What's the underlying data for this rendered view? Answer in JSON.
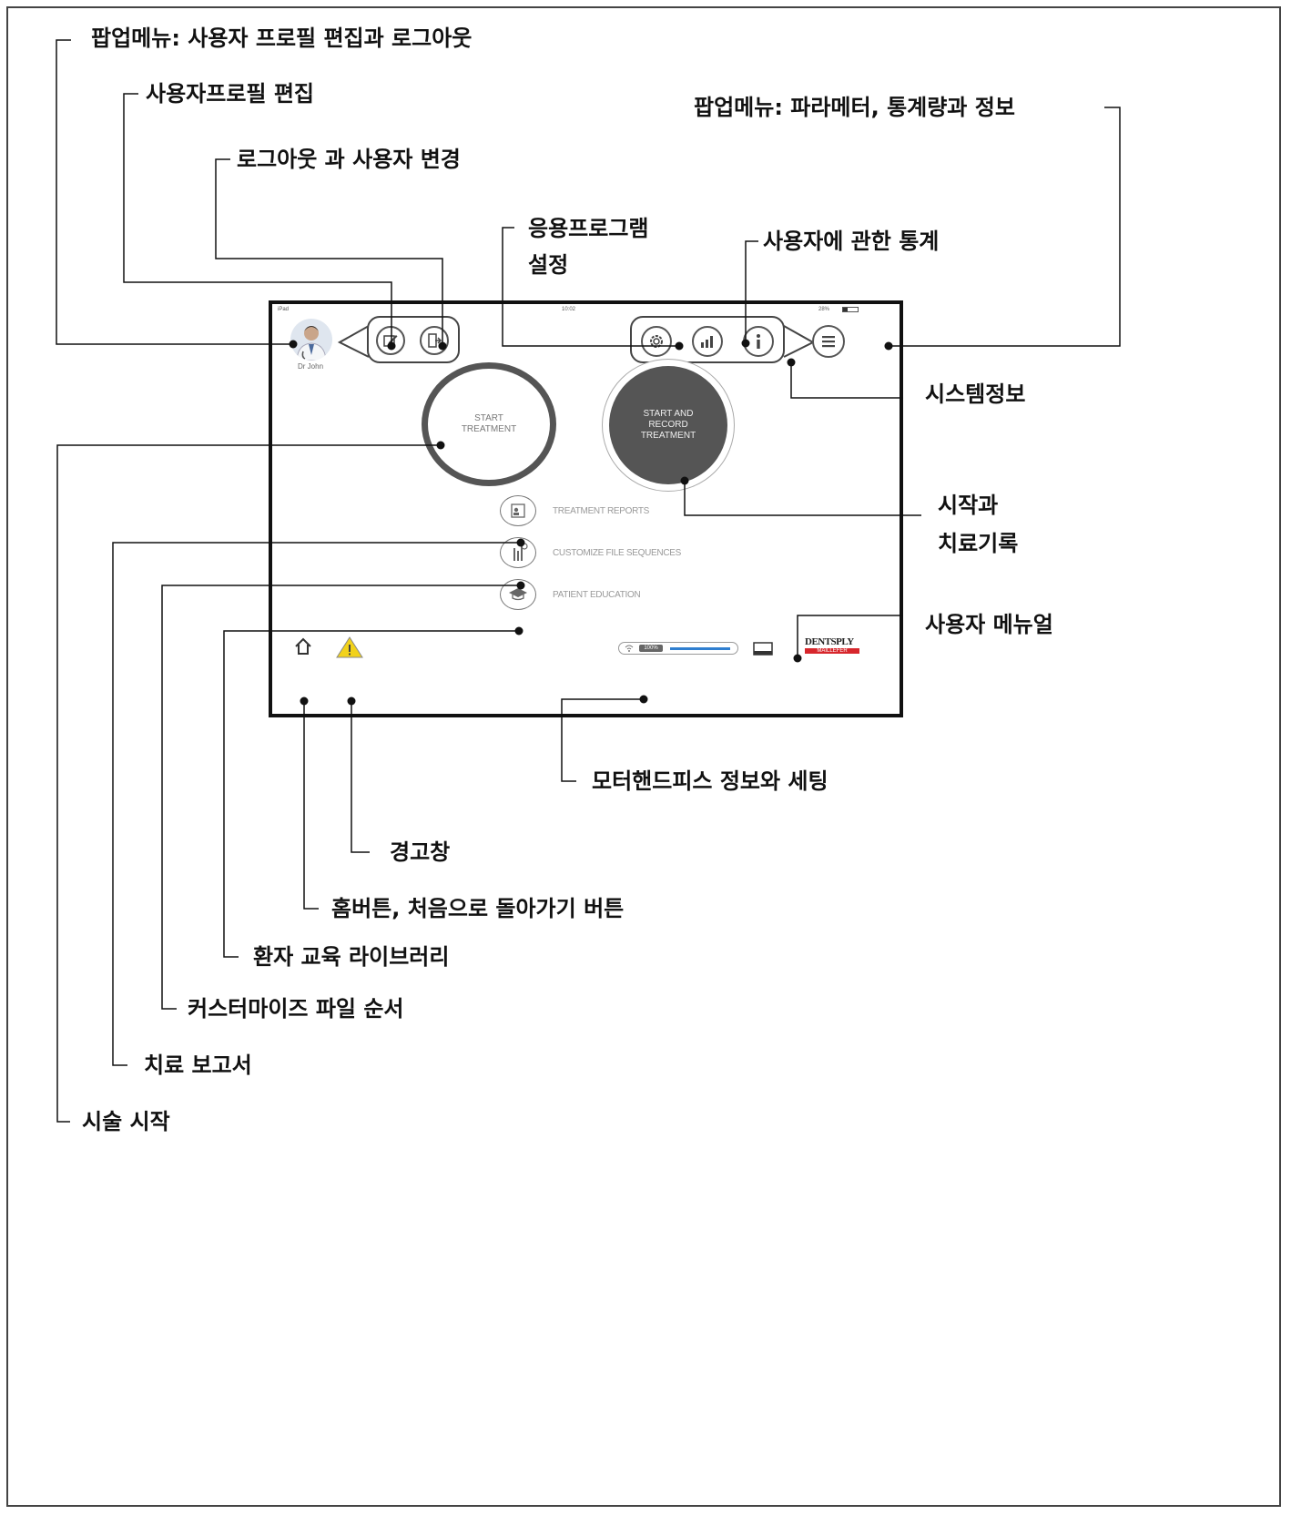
{
  "callouts": {
    "popup_profile_logout": "팝업메뉴: 사용자 프로필 편집과 로그아웃",
    "edit_profile": "사용자프로필 편집",
    "logout_change_user": "로그아웃 과 사용자 변경",
    "popup_params": "팝업메뉴: 파라메터, 통계량과 정보",
    "app_settings_1": "응용프로그램",
    "app_settings_2": "설정",
    "user_stats": "사용자에 관한 통계",
    "system_info": "시스템정보",
    "start_record_1": "시작과",
    "start_record_2": "치료기록",
    "user_manual": "사용자 메뉴얼",
    "motor_info": "모터핸드피스 정보와 세팅",
    "warning": "경고창",
    "home_button": "홈버튼, 처음으로 돌아가기 버튼",
    "patient_library": "환자 교육 라이브러리",
    "custom_sequence": "커스터마이즈 파일 순서",
    "treatment_report": "치료 보고서",
    "start_procedure": "시술 시작"
  },
  "ipad": {
    "status_left": "iPad",
    "status_time": "10:02",
    "status_battery": "28%",
    "user_name": "Dr John",
    "start_treatment": "START\nTREATMENT",
    "start_record": "START AND\nRECORD\nTREATMENT",
    "menu": [
      {
        "label": "TREATMENT REPORTS",
        "icon": "report-icon"
      },
      {
        "label": "CUSTOMIZE FILE SEQUENCES",
        "icon": "sequence-icon"
      },
      {
        "label": "PATIENT EDUCATION",
        "icon": "education-icon"
      }
    ],
    "motor_label": "100%",
    "brand_top": "DENTSPLY",
    "brand_bottom": "MAILLEFER"
  },
  "colors": {
    "record_button": "#555555",
    "warning": "#f2d21b",
    "brand_red": "#d7262c",
    "motor_bar": "#2f7fd0"
  }
}
